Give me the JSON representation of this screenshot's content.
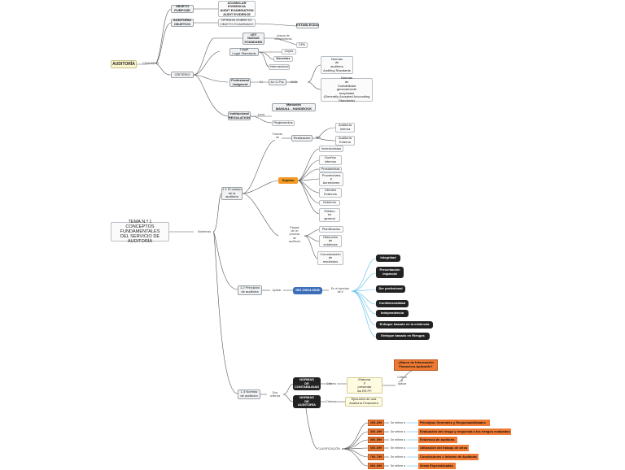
{
  "colors": {
    "orange": "#ee7a33",
    "blue": "#3d6fb8",
    "dark": "#222222",
    "yellow": "#fdf7cf",
    "line": "#555555",
    "cyan": "#5cc0e8"
  },
  "top": {
    "root": "AUDITORÍA",
    "concepto": "CONCEPTO",
    "objeto": "OBJETO\nPURPOSE",
    "objeto_desc": "ACUMULAR\nEVIDENCIA\nAUDIT EXAMINATION\nAUDIT EVIDENCE",
    "objetivo": "AUDITORIA\nOBJETIVO",
    "objetivo_desc": "OPINION SOBRE EL\nOBJETO EXAMINADO",
    "establecida": "ESTABLECIDA",
    "criterio": "CRITERIO",
    "ley": "LEY\nNAGAS\nSTANDARD",
    "ley_link": "plazos de\ncumplimiento",
    "cpa": "CPA",
    "legal": "Legal\nLegal Standards",
    "leyes": "Leyes",
    "decretos": "Decretos",
    "internacional": "Internacional",
    "profesional": "Profesional\nJudgment",
    "profesional_link": "El",
    "aicpa": "A.I.C.P.A.",
    "aicpa_link": "IASB",
    "normas_aud": "Normas\nde\nauditoría\nAuditing Standards",
    "normas_cont": "Normas\nde\nContabilidad\ngeneralmente\naceptadas\n(Generally Accepted Accounting Standards)",
    "institucional": "Institucional\nREGULATION",
    "institucional_link": "(con)",
    "manuales": "Manuales\nMANUAL - HANDBOOK",
    "reglamentos": "Reglamentos"
  },
  "tema": {
    "title": "TEMA N.º 1\nCONCEPTOS FUNDAMENTALES\nDEL SERVICIO DE AUDITORÍA",
    "subtitles": "Subtemas"
  },
  "s11": {
    "title": "1.1 El campo\nde la\nauditoría",
    "formas": "Formas\nde",
    "realizacion": "Realización",
    "realizacion_link": "tipo",
    "interna": "Auditoría\nInterna",
    "externa": "Auditoría\nExterna",
    "sujetos": "Sujetos",
    "sujetos_items": [
      "Inversionistas",
      "Dueños\ninternos",
      "Prestamistas",
      "Proveedores\ny\nAcreedores",
      "Clientes\nExternos",
      "Gobierno",
      "Público\nen\ngeneral"
    ],
    "etapas": "Etapas\nde un\nproceso\nde\nauditoría",
    "etapas_items": [
      "Planificación",
      "Obtención\nde\nevidencia",
      "Comunicación\nde\nresultados"
    ]
  },
  "s12": {
    "title": "1.2 Principios\nde auditoría",
    "aplicar": "Aplicar",
    "iso": "ISO 19011:2018",
    "enfoque": "En el ejercicio\nde ti",
    "items": [
      "Integridad",
      "Presentación\nimparcial",
      "Ser profesional",
      "Confidencialidad",
      "Independencia",
      "Enfoque basado en la evidencia",
      "Enfoque basado en Riesgos"
    ]
  },
  "s13": {
    "title": "1.3 Normas\nde auditoría",
    "dos": "Dos\ncriterios",
    "contab": "NORMAS\nDE\nCONTABILIDAD",
    "contab_link": "Criterio",
    "elaborar": "Elaborar\ny\npresentar\nlos EE.FF.",
    "criterio_aplicar": "Criterio\na\naplicar",
    "marco": "¿Marco de Información\nFinanciera Aplicable?",
    "auditoria": "NORMAS\nDE\nAUDITORÍA",
    "auditoria_link": "Criterios",
    "ejecucion": "Ejecución de una\nAuditoría Financiera",
    "clasificacion": "CLASIFICACIÓN",
    "refiere": "Se refiere a",
    "codes": [
      "200-299",
      "300-499",
      "500-599",
      "600-699",
      "700-799",
      "800-899"
    ],
    "descs": [
      "Principios Generales y Responsabilidades",
      "Evaluación del riesgo y respuesta a los riesgos evaluados",
      "Evidencia de auditoría",
      "Utilización del trabajo de otros",
      "Conclusiones e informe de Auditoría",
      "Áreas Especializadas"
    ]
  }
}
